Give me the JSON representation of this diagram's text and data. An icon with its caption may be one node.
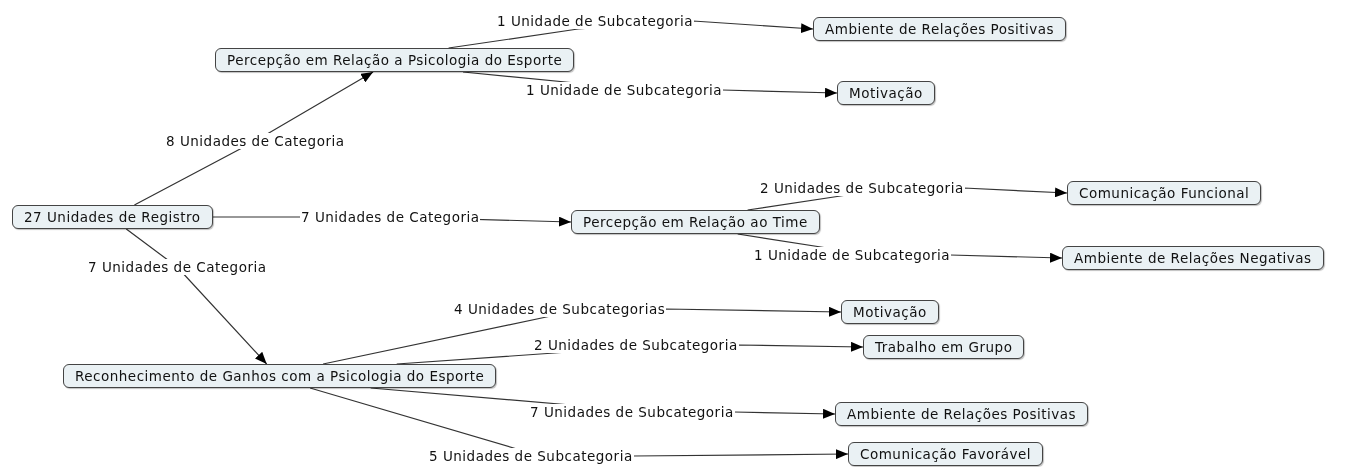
{
  "diagram": {
    "nodes": [
      {
        "text": [
          "27 Unidades de Registro"
        ]
      },
      {
        "text": [
          "Percepção em Relação a Psicologia do Esporte"
        ]
      },
      {
        "text": [
          "Ambiente de Relações Positivas"
        ]
      },
      {
        "text": [
          "Motivação"
        ]
      },
      {
        "text": [
          "Percepção em Relação ao Time"
        ]
      },
      {
        "text": [
          "Comunicação Funcional"
        ]
      },
      {
        "text": [
          "Ambiente de Relações Negativas"
        ]
      },
      {
        "text": [
          "Reconhecimento de Ganhos com a Psicologia do Esporte"
        ]
      },
      {
        "text": [
          "Motivação"
        ]
      },
      {
        "text": [
          "Trabalho em Grupo"
        ]
      },
      {
        "text": [
          "Ambiente de Relações Positivas"
        ]
      },
      {
        "text": [
          "Comunicação Favorável"
        ]
      }
    ],
    "edges": [
      {
        "from": 0,
        "to": 1,
        "arrow": "to",
        "label": "8 Unidades de Categoria"
      },
      {
        "from": 0,
        "to": 4,
        "arrow": "to",
        "label": "7 Unidades de Categoria"
      },
      {
        "from": 0,
        "to": 7,
        "arrow": "to",
        "label": "7 Unidades de Categoria"
      },
      {
        "from": 1,
        "to": 2,
        "arrow": "to",
        "label": "1 Unidade de Subcategoria"
      },
      {
        "from": 1,
        "to": 3,
        "arrow": "to",
        "label": "1 Unidade de Subcategoria"
      },
      {
        "from": 4,
        "to": 5,
        "arrow": "to",
        "label": "2 Unidades de Subcategoria"
      },
      {
        "from": 4,
        "to": 6,
        "arrow": "to",
        "label": "1 Unidade de Subcategoria"
      },
      {
        "from": 7,
        "to": 8,
        "arrow": "to",
        "label": "4 Unidades de Subcategorias"
      },
      {
        "from": 7,
        "to": 9,
        "arrow": "to",
        "label": "2 Unidades de Subcategoria"
      },
      {
        "from": 7,
        "to": 10,
        "arrow": "to",
        "label": "7 Unidades de Subcategoria"
      },
      {
        "from": 7,
        "to": 11,
        "arrow": "to",
        "label": "5 Unidades de Subcategoria"
      }
    ]
  }
}
